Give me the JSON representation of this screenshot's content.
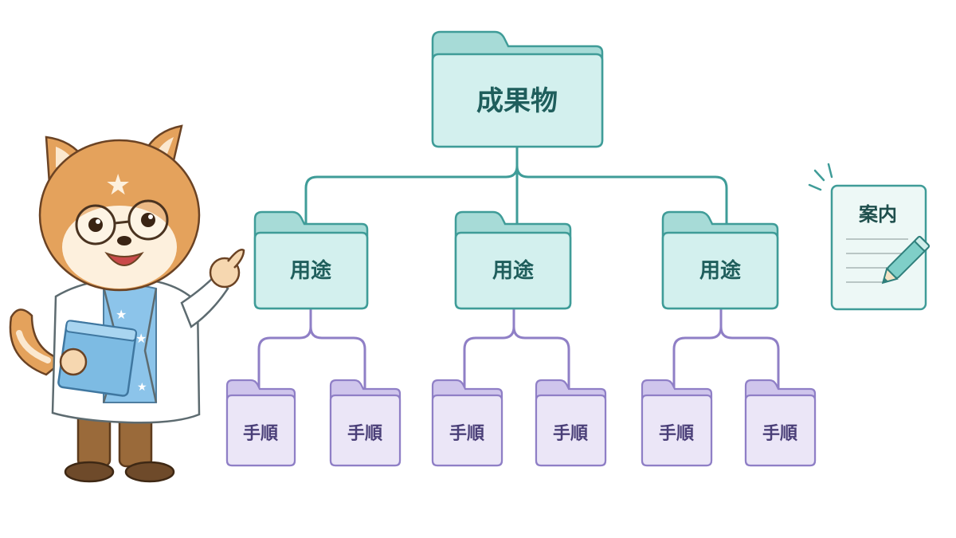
{
  "colors": {
    "teal_fill": "#d3f0ee",
    "teal_stroke": "#3f9c98",
    "teal_tab": "#a7dbd7",
    "teal_text": "#1f5e5c",
    "purple_fill": "#ebe6f7",
    "purple_stroke": "#8f7fc6",
    "purple_tab": "#cfc5ec",
    "purple_text": "#4a3f78",
    "connector_teal": "#3f9c98",
    "connector_purple": "#8f7fc6"
  },
  "tree": {
    "root": {
      "label": "成果物",
      "icon": "folder-icon"
    },
    "branches": [
      {
        "label": "用途",
        "icon": "folder-icon",
        "children": [
          {
            "label": "手順",
            "icon": "folder-icon"
          },
          {
            "label": "手順",
            "icon": "folder-icon"
          }
        ]
      },
      {
        "label": "用途",
        "icon": "folder-icon",
        "children": [
          {
            "label": "手順",
            "icon": "folder-icon"
          },
          {
            "label": "手順",
            "icon": "folder-icon"
          }
        ]
      },
      {
        "label": "用途",
        "icon": "folder-icon",
        "children": [
          {
            "label": "手順",
            "icon": "folder-icon"
          },
          {
            "label": "手順",
            "icon": "folder-icon"
          }
        ]
      }
    ]
  },
  "note": {
    "label": "案内",
    "icon": "document-with-pencil-icon"
  },
  "mascot": {
    "icon": "shiba-dog-scientist-icon"
  }
}
